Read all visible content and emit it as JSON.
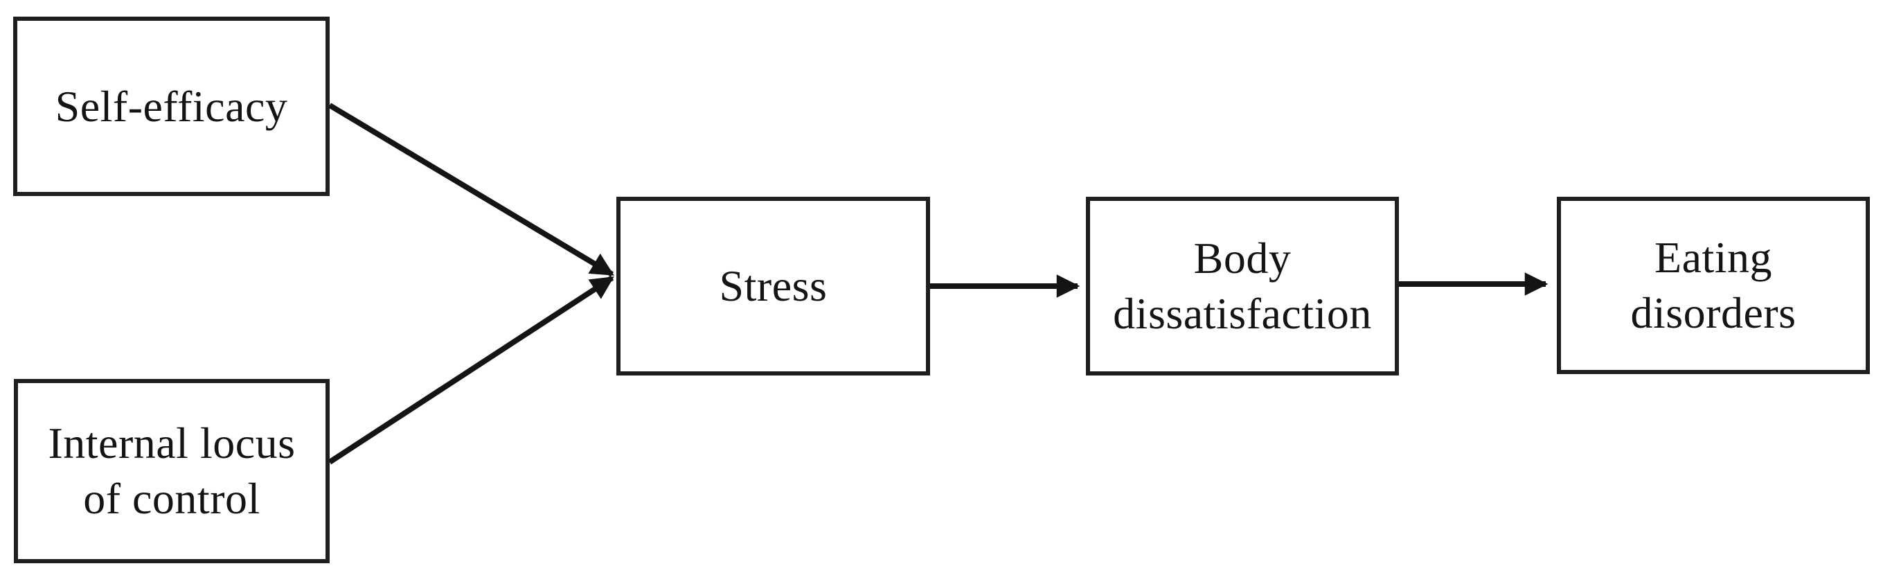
{
  "diagram": {
    "title": "",
    "background_color": "#ffffff",
    "line_color": "#141414",
    "box_border_color": "#1f1f1f",
    "nodes": [
      {
        "id": "self-efficacy",
        "label": "Self-efficacy"
      },
      {
        "id": "internal-locus-of-control",
        "label": "Internal locus\nof control"
      },
      {
        "id": "stress",
        "label": "Stress"
      },
      {
        "id": "body-dissatisfaction",
        "label": "Body\ndissatisfaction"
      },
      {
        "id": "eating-disorders",
        "label": "Eating\ndisorders"
      }
    ],
    "edges": [
      {
        "from": "self-efficacy",
        "to": "stress",
        "style": "arrow"
      },
      {
        "from": "internal-locus-of-control",
        "to": "stress",
        "style": "arrow"
      },
      {
        "from": "stress",
        "to": "body-dissatisfaction",
        "style": "arrow"
      },
      {
        "from": "body-dissatisfaction",
        "to": "eating-disorders",
        "style": "arrow"
      }
    ]
  }
}
